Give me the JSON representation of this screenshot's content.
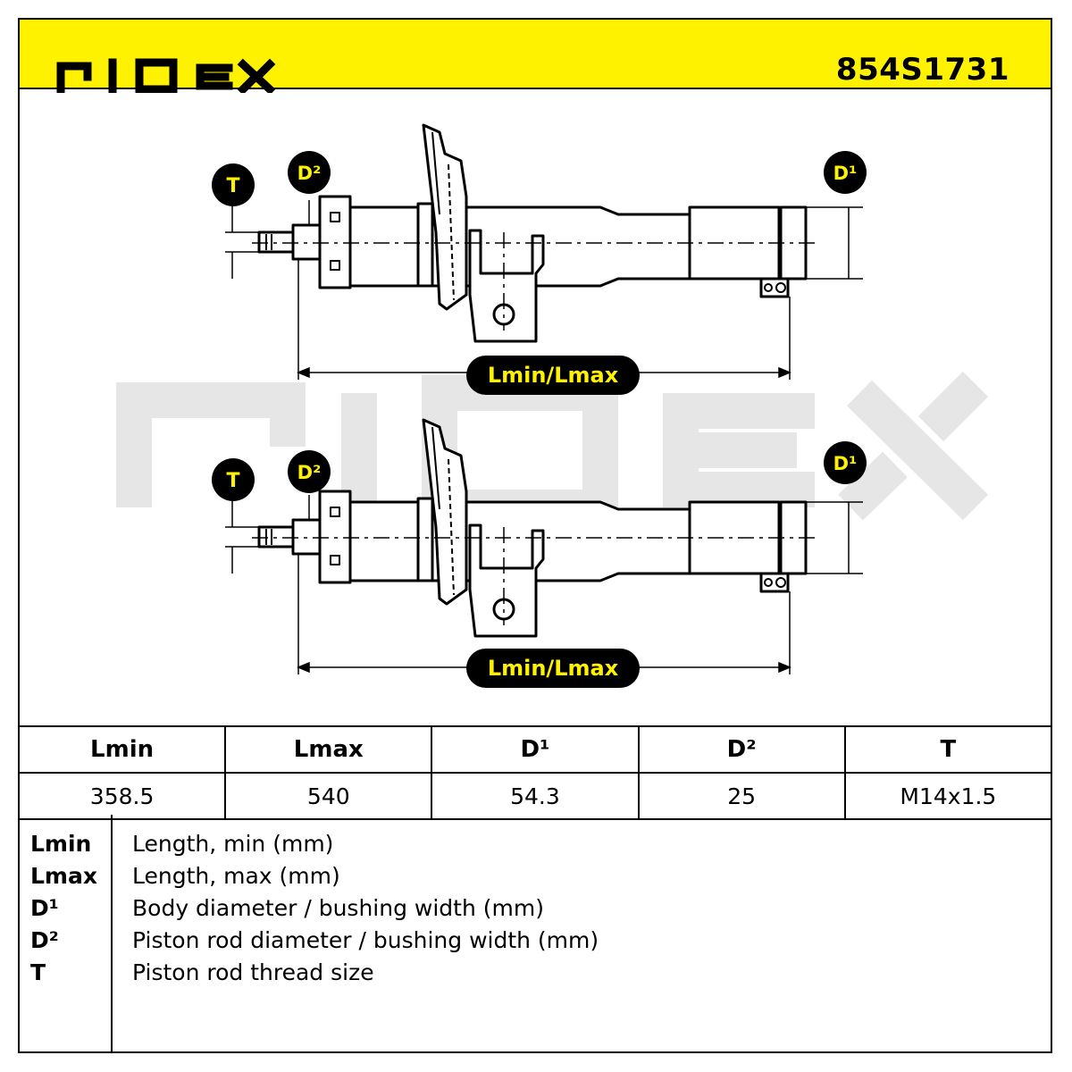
{
  "brand": "RIDEX",
  "part_number": "854S1731",
  "diagram": {
    "labels": {
      "T": "T",
      "D1": "D¹",
      "D2": "D²",
      "length": "Lmin/Lmax"
    },
    "colors": {
      "accent": "#fff200",
      "line": "#000000",
      "watermark": "#e6e6e6"
    }
  },
  "table": {
    "headers": [
      "Lmin",
      "Lmax",
      "D¹",
      "D²",
      "T"
    ],
    "values": [
      "358.5",
      "540",
      "54.3",
      "25",
      "M14x1.5"
    ]
  },
  "legend": [
    {
      "key": "Lmin",
      "desc": "Length, min (mm)"
    },
    {
      "key": "Lmax",
      "desc": "Length, max (mm)"
    },
    {
      "key": "D¹",
      "desc": "Body diameter / bushing width (mm)"
    },
    {
      "key": "D²",
      "desc": "Piston rod diameter / bushing width (mm)"
    },
    {
      "key": "T",
      "desc": "Piston rod thread size"
    }
  ]
}
